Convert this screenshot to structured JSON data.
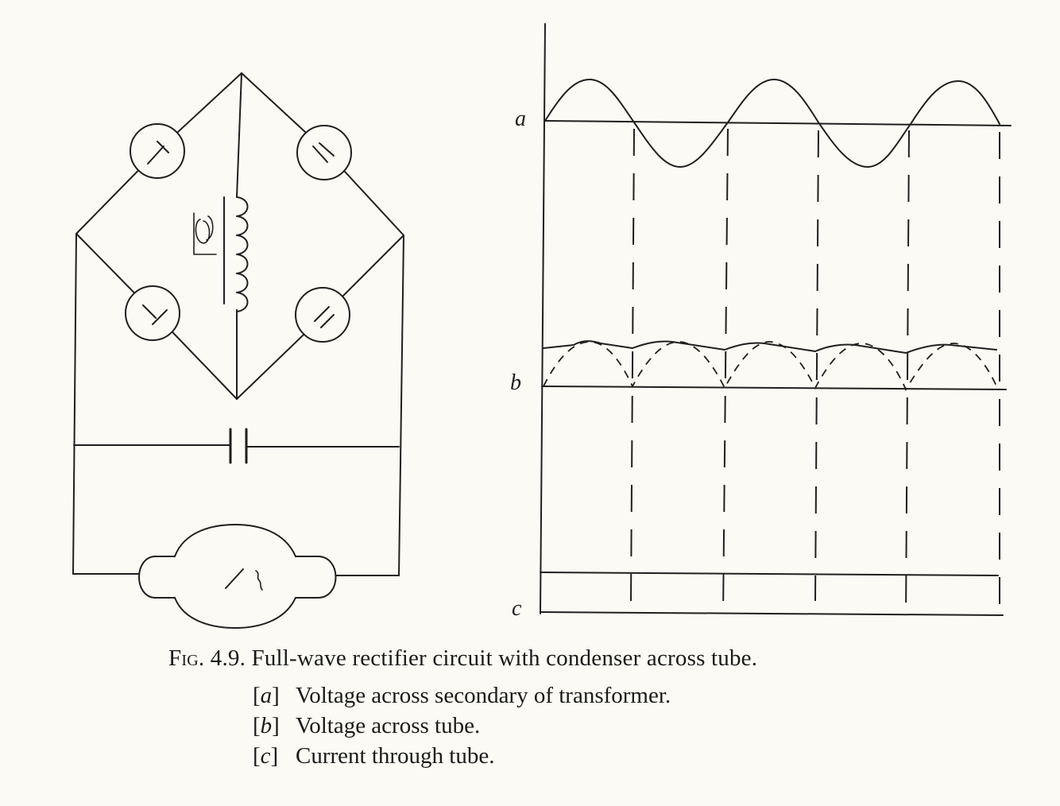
{
  "figure": {
    "number_prefix": "Fig.",
    "number": "4.9.",
    "title": "Full-wave rectifier circuit with condenser across tube.",
    "items": [
      {
        "letter": "a",
        "text": "Voltage across secondary of transformer."
      },
      {
        "letter": "b",
        "text": "Voltage across tube."
      },
      {
        "letter": "c",
        "text": "Current through tube."
      }
    ]
  },
  "waveform_labels": {
    "a": "a",
    "b": "b",
    "c": "c"
  }
}
